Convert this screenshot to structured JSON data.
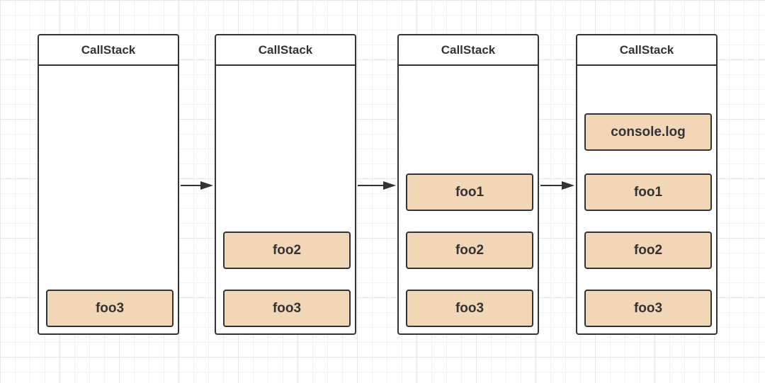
{
  "colors": {
    "frame_fill": "#f2d6b8",
    "stroke": "#333333"
  },
  "stacks": [
    {
      "title": "CallStack",
      "frames": [
        "foo3"
      ]
    },
    {
      "title": "CallStack",
      "frames": [
        "foo2",
        "foo3"
      ]
    },
    {
      "title": "CallStack",
      "frames": [
        "foo1",
        "foo2",
        "foo3"
      ]
    },
    {
      "title": "CallStack",
      "frames": [
        "console.log",
        "foo1",
        "foo2",
        "foo3"
      ]
    }
  ]
}
